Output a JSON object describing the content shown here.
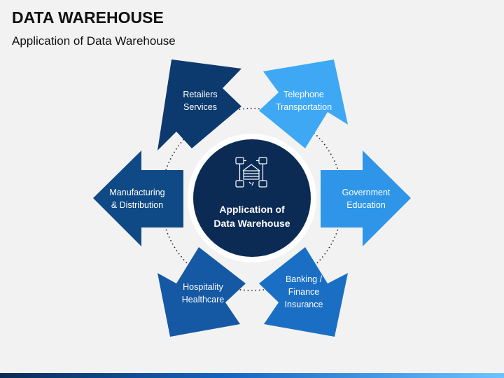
{
  "header": {
    "title": "DATA WAREHOUSE",
    "subtitle": "Application of Data Warehouse"
  },
  "center": {
    "label_line1": "Application of",
    "label_line2": "Data Warehouse",
    "icon": "warehouse-network-icon"
  },
  "segments": [
    {
      "line1": "Retailers",
      "line2": "Services"
    },
    {
      "line1": "Telephone",
      "line2": "Transportation"
    },
    {
      "line1": "Manufacturing",
      "line2": "& Distribution"
    },
    {
      "line1": "Government",
      "line2": "Education"
    },
    {
      "line1": "Hospitality",
      "line2": "Healthcare"
    },
    {
      "line1": "Banking /",
      "line2": "Finance",
      "line3": "Insurance"
    }
  ],
  "colors": {
    "dark_navy": "#0d2d57",
    "navy": "#0f4a86",
    "blue": "#1565c0",
    "light_blue": "#2e95e8",
    "sky": "#3ea8f5"
  }
}
